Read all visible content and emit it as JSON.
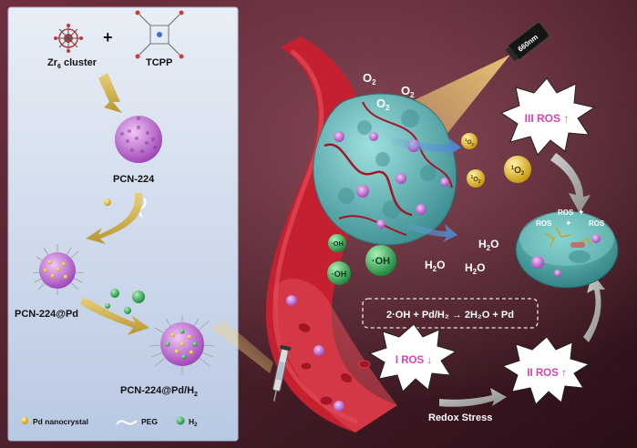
{
  "left_panel": {
    "zr_cluster_label": "Zr",
    "zr_cluster_sub": "6",
    "zr_cluster_suffix": " cluster",
    "plus": "+",
    "tcpp_label": "TCPP",
    "pcn224_label": "PCN-224",
    "pcn224pd_label": "PCN-224@Pd",
    "pcn224pdh2_label": "PCN-224@Pd/H",
    "pcn224pdh2_sub": "2"
  },
  "legend": {
    "pd": "Pd nanocrystal",
    "peg": "PEG",
    "h2": "H",
    "h2_sub": "2"
  },
  "laser": {
    "label": "660nm"
  },
  "oxygen": {
    "o2_a": "O",
    "o2_b": "O",
    "o2_c": "O",
    "sub": "2"
  },
  "singlet": {
    "small_a": "O",
    "small_b": "O",
    "big": "O",
    "pre": "1",
    "sub": "2"
  },
  "radicals": {
    "oh_small": "·OH",
    "oh_mid": "·OH",
    "oh_big": "·OH"
  },
  "water": {
    "w1": "H",
    "w2": "H",
    "w3": "H",
    "sub": "2",
    "suffix": "O"
  },
  "equation": {
    "text": "2·OH + Pd/H₂ → 2H₂O + Pd"
  },
  "ros_stages": {
    "three": "III ROS ↑",
    "two": "II ROS ↑",
    "one": "I ROS ↓"
  },
  "cell_ros": {
    "ros1": "ROS",
    "ros2": "ROS",
    "ros3": "ROS"
  },
  "redox": {
    "label": "Redox Stress"
  },
  "colors": {
    "bg_dark": "#3a1820",
    "bg_red": "#7a3544",
    "panel": "#cdd9ec",
    "vessel": "#c42030",
    "tumor": "#5fb8b8",
    "purple": "#c27bd6",
    "singlet_gold": "#e2c230",
    "radical_green": "#3fb860",
    "ros_pink": "#d944b0"
  }
}
